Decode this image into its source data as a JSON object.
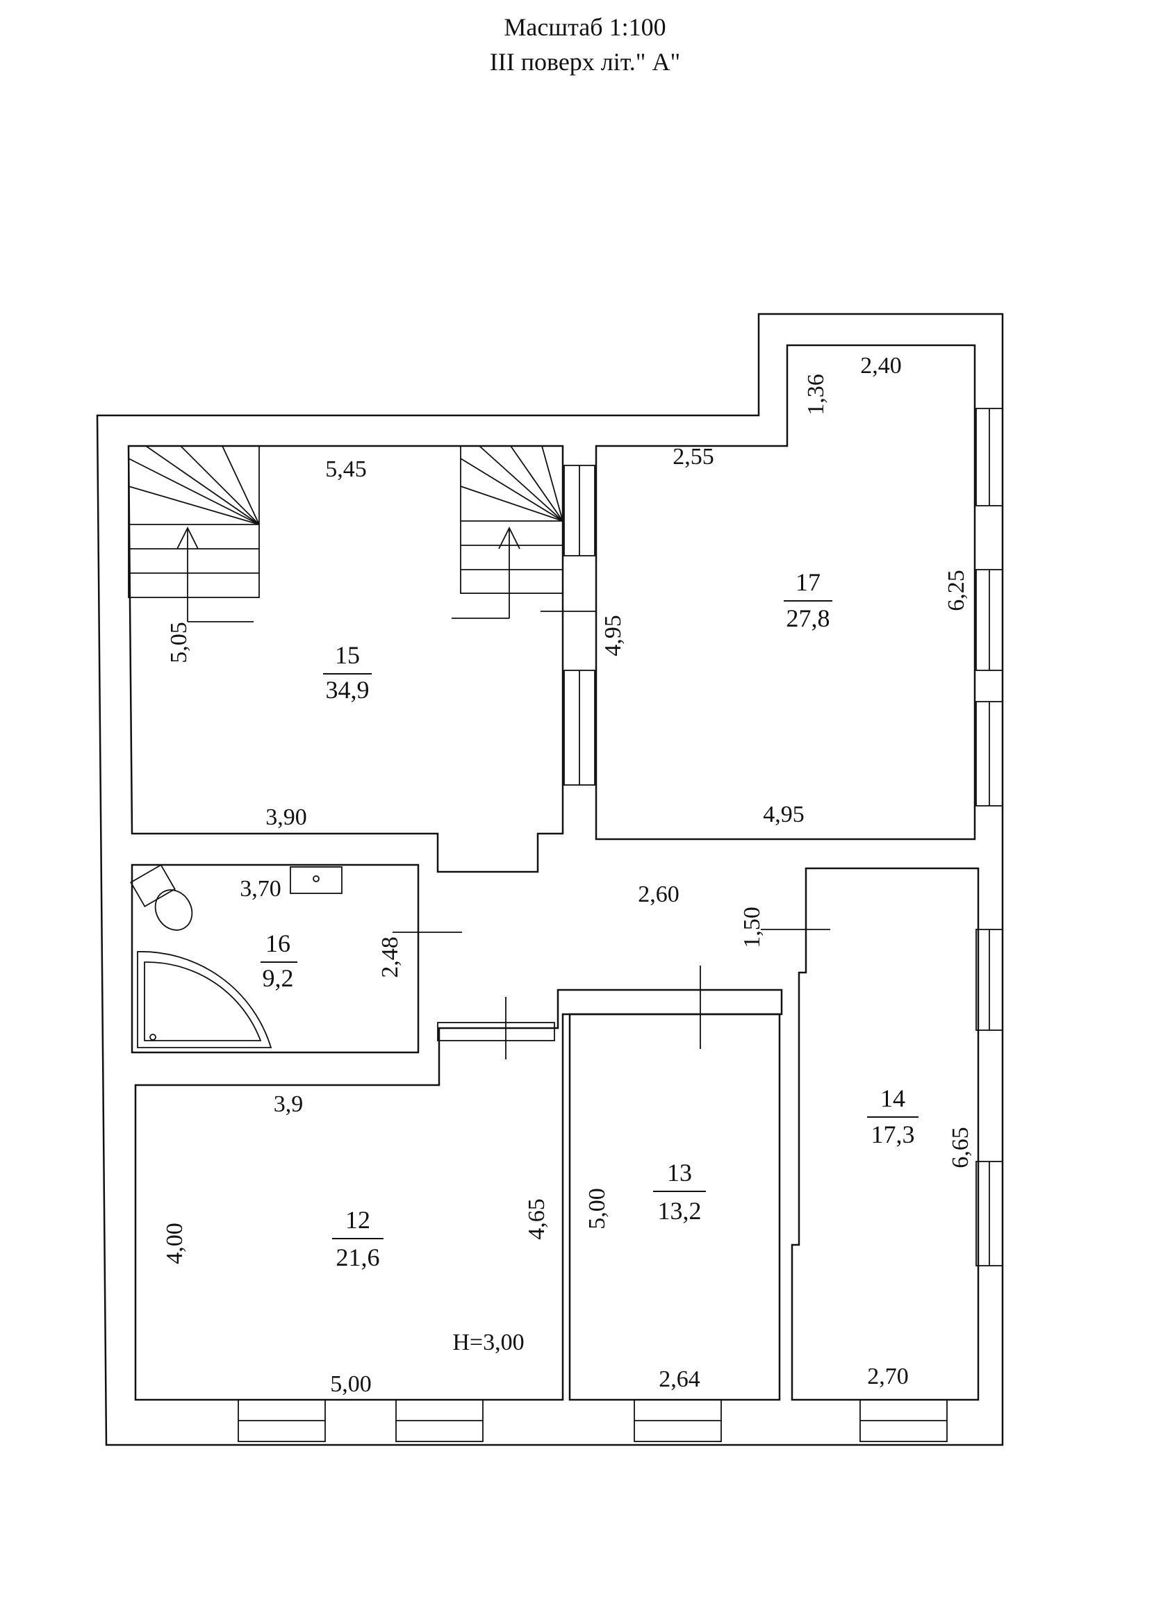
{
  "header": {
    "scale": "Масштаб 1:100",
    "floor": "III поверх літ.\" А\""
  },
  "rooms": [
    {
      "id": "room-15",
      "number": "15",
      "area": "34,9"
    },
    {
      "id": "room-17",
      "number": "17",
      "area": "27,8"
    },
    {
      "id": "room-16",
      "number": "16",
      "area": "9,2"
    },
    {
      "id": "room-12",
      "number": "12",
      "area": "21,6"
    },
    {
      "id": "room-13",
      "number": "13",
      "area": "13,2"
    },
    {
      "id": "room-14",
      "number": "14",
      "area": "17,3"
    }
  ],
  "dimensions": {
    "d_545": "5,45",
    "d_505": "5,05",
    "d_390": "3,90",
    "d_495v": "4,95",
    "d_255": "2,55",
    "d_136": "1,36",
    "d_240": "2,40",
    "d_625": "6,25",
    "d_495h": "4,95",
    "d_370": "3,70",
    "d_248": "2,48",
    "d_260": "2,60",
    "d_150": "1,50",
    "d_39": "3,9",
    "d_400": "4,00",
    "d_465": "4,65",
    "d_500h": "5,00",
    "d_500v": "5,00",
    "d_264": "2,64",
    "d_665": "6,65",
    "d_270": "2,70"
  },
  "height_note": "H=3,00"
}
